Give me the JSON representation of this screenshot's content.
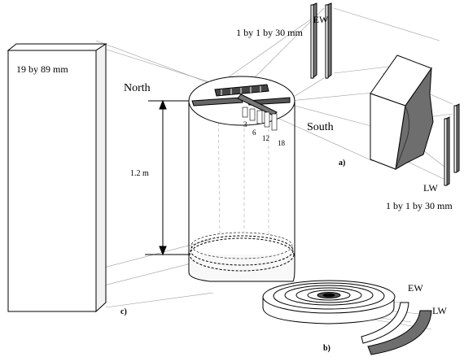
{
  "labels": {
    "ew_top": "EW",
    "ew_top_dims": "1 by 1 by 30 mm",
    "board_dims": "19 by 89 mm",
    "north": "North",
    "south": "South",
    "height": "1.2 m",
    "lw_right": "LW",
    "lw_right_dims": "1 by 1 by 30 mm",
    "ew_bottom": "EW",
    "lw_bottom": "LW",
    "ring_3": "3",
    "ring_6": "6",
    "ring_12": "12",
    "ring_18": "18"
  },
  "panel_labels": {
    "a": "a)",
    "b": "b)",
    "c": "c)"
  }
}
